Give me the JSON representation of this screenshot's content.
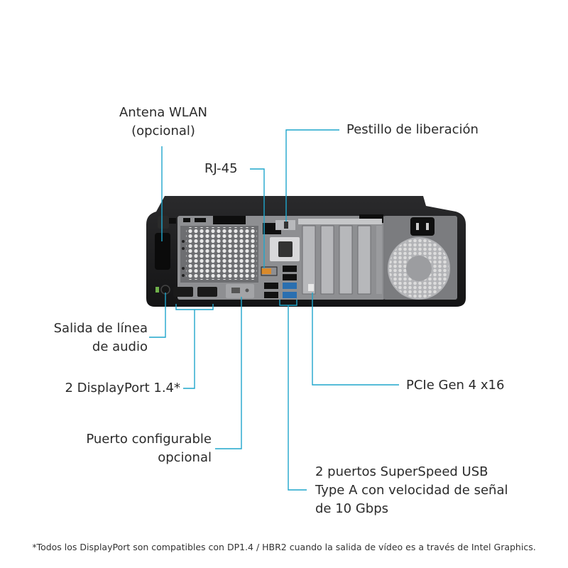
{
  "callouts": {
    "wlan": [
      "Antena WLAN",
      "(opcional)"
    ],
    "latch": [
      "Pestillo de liberación"
    ],
    "rj45": [
      "RJ-45"
    ],
    "audio": [
      "Salida de línea",
      "de audio"
    ],
    "pcie": [
      "PCIe Gen 4 x16"
    ],
    "displayport": [
      "2 DisplayPort 1.4*"
    ],
    "configurable_port": [
      "Puerto configurable",
      "opcional"
    ],
    "usb": [
      "2 puertos SuperSpeed USB",
      "Type A con velocidad de señal",
      "de 10 Gbps"
    ]
  },
  "footnote": "*Todos los DisplayPort son compatibles con DP1.4 / HBR2 cuando la salida de vídeo es a través de Intel Graphics.",
  "colors": {
    "callout_line": "#1fa6cc",
    "chassis": "#1c1c1e",
    "panel": "#8e8f92"
  }
}
